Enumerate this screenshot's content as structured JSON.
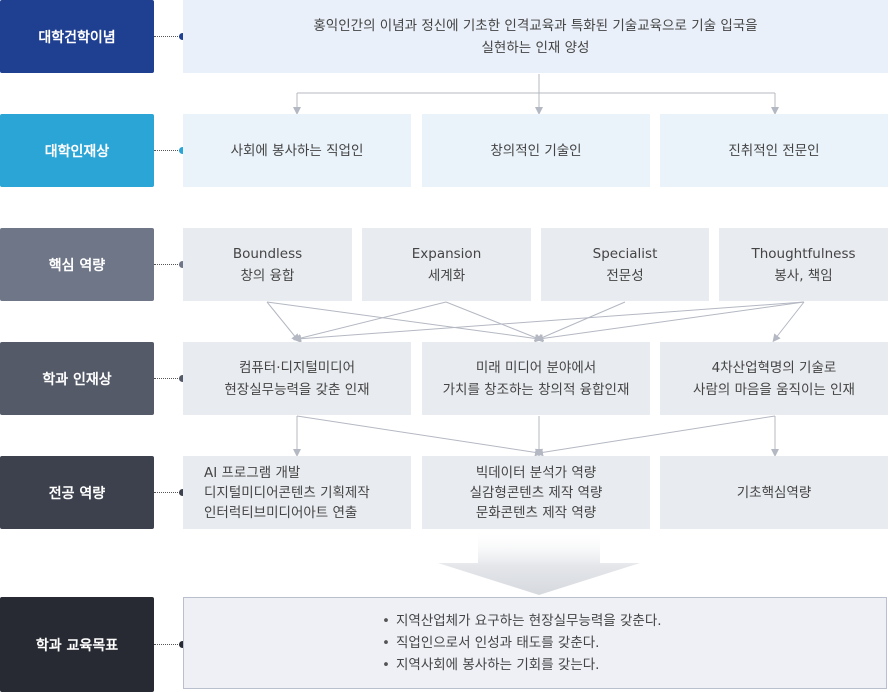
{
  "rows": {
    "philosophy": {
      "label": "대학건학이념",
      "color": "#1f3f91",
      "line1": "홍익인간의 이념과 정신에 기초한 인격교육과 특화된 기술교육으로 기술 입국을",
      "line2": "실현하는 인재 양성"
    },
    "talent": {
      "label": "대학인재상",
      "color": "#2ba4d6",
      "items": [
        "사회에 봉사하는 직업인",
        "창의적인 기술인",
        "진취적인 전문인"
      ]
    },
    "competency": {
      "label": "핵심 역량",
      "color": "#6f7688",
      "items": [
        {
          "en": "Boundless",
          "ko": "창의 융합"
        },
        {
          "en": "Expansion",
          "ko": "세계화"
        },
        {
          "en": "Specialist",
          "ko": "전문성"
        },
        {
          "en": "Thoughtfulness",
          "ko": "봉사, 책임"
        }
      ]
    },
    "dept_talent": {
      "label": "학과 인재상",
      "color": "#555a69",
      "items": [
        {
          "l1": "컴퓨터·디지털미디어",
          "l2": "현장실무능력을 갖춘 인재"
        },
        {
          "l1": "미래 미디어 분야에서",
          "l2": "가치를 창조하는 창의적 융합인재"
        },
        {
          "l1": "4차산업혁명의 기술로",
          "l2": "사람의 마음을 움직이는 인재"
        }
      ]
    },
    "major": {
      "label": "전공 역량",
      "color": "#3d414d",
      "items": [
        {
          "l1": "AI 프로그램 개발",
          "l2": "디지털미디어콘텐츠 기획제작",
          "l3": "인터럭티브미디어아트 연출"
        },
        {
          "l1": "빅데이터 분석가 역량",
          "l2": "실감형콘텐츠 제작 역량",
          "l3": "문화콘텐츠 제작 역량"
        },
        {
          "l1": "기초핵심역량"
        }
      ]
    },
    "goals": {
      "label": "학과 교육목표",
      "color": "#272a33",
      "items": [
        "지역산업체가 요구하는 현장실무능력을 갖춘다.",
        "직업인으로서 인성과 태도를 갖춘다.",
        "지역사회에 봉사하는 기회를 갖는다."
      ]
    }
  }
}
